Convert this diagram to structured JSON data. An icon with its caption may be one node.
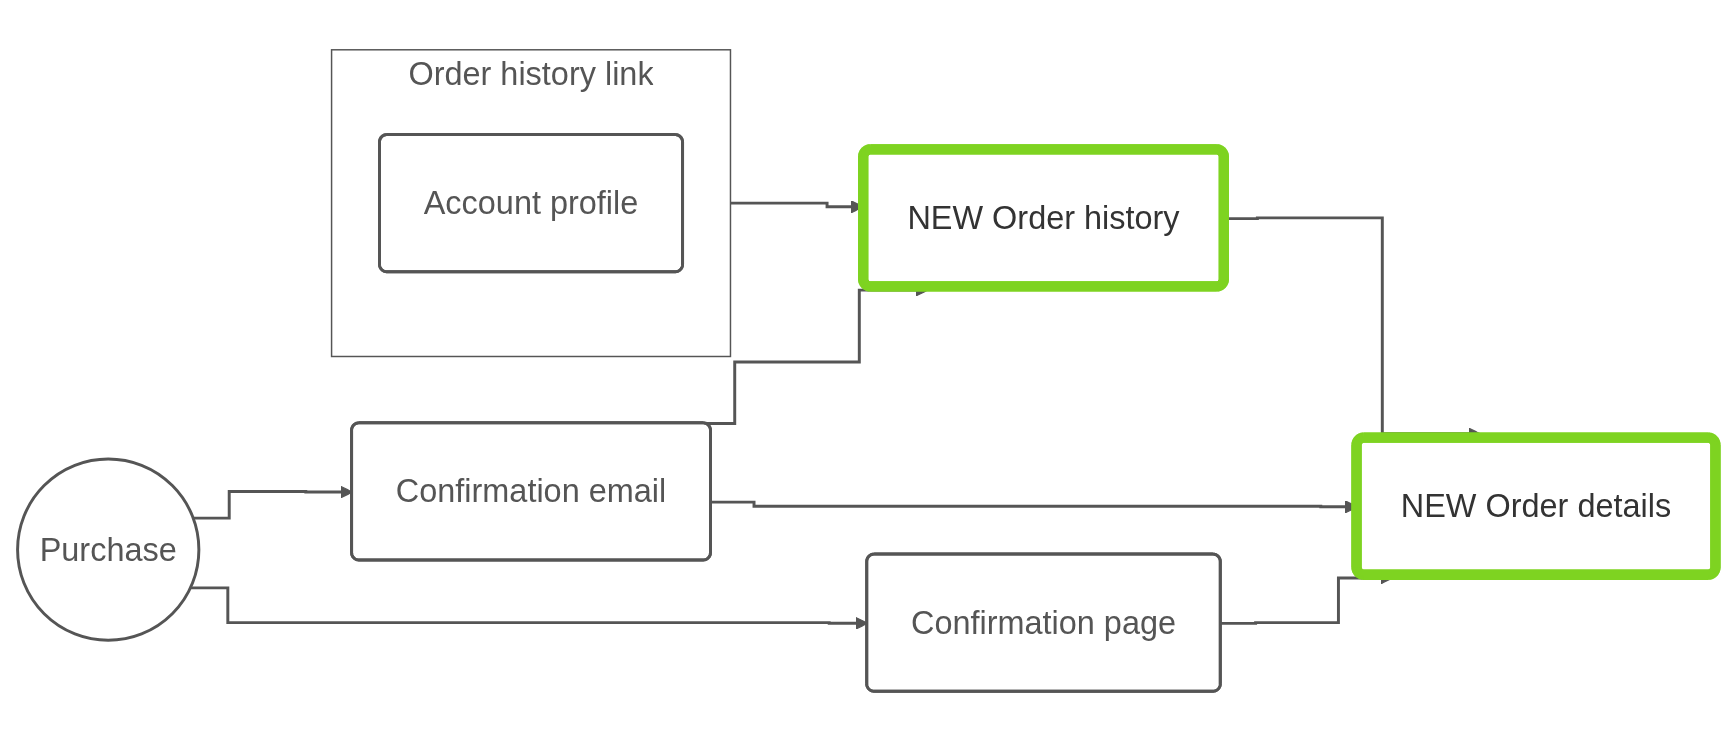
{
  "diagram": {
    "nodes": [
      {
        "text": [
          "Purchase"
        ]
      },
      {
        "text": [
          "Confirmation email"
        ]
      },
      {
        "text": [
          "Confirmation page"
        ]
      },
      {
        "text": [
          "Order history link"
        ]
      },
      {
        "text": [
          "Account profile"
        ],
        "in": 3
      },
      {
        "text": [
          "NEW Order history"
        ]
      },
      {
        "text": [
          "NEW Order details"
        ]
      }
    ],
    "edges": [
      {
        "from": 0,
        "to": 1,
        "arrow": "to"
      },
      {
        "from": 0,
        "to": 2,
        "arrow": "to"
      },
      {
        "from": 1,
        "to": 5,
        "arrow": "to"
      },
      {
        "from": 1,
        "to": 6,
        "arrow": "to"
      },
      {
        "from": 2,
        "to": 6,
        "arrow": "to"
      },
      {
        "from": 3,
        "to": 5,
        "arrow": "to"
      },
      {
        "from": 5,
        "to": 6,
        "arrow": "to"
      }
    ]
  }
}
